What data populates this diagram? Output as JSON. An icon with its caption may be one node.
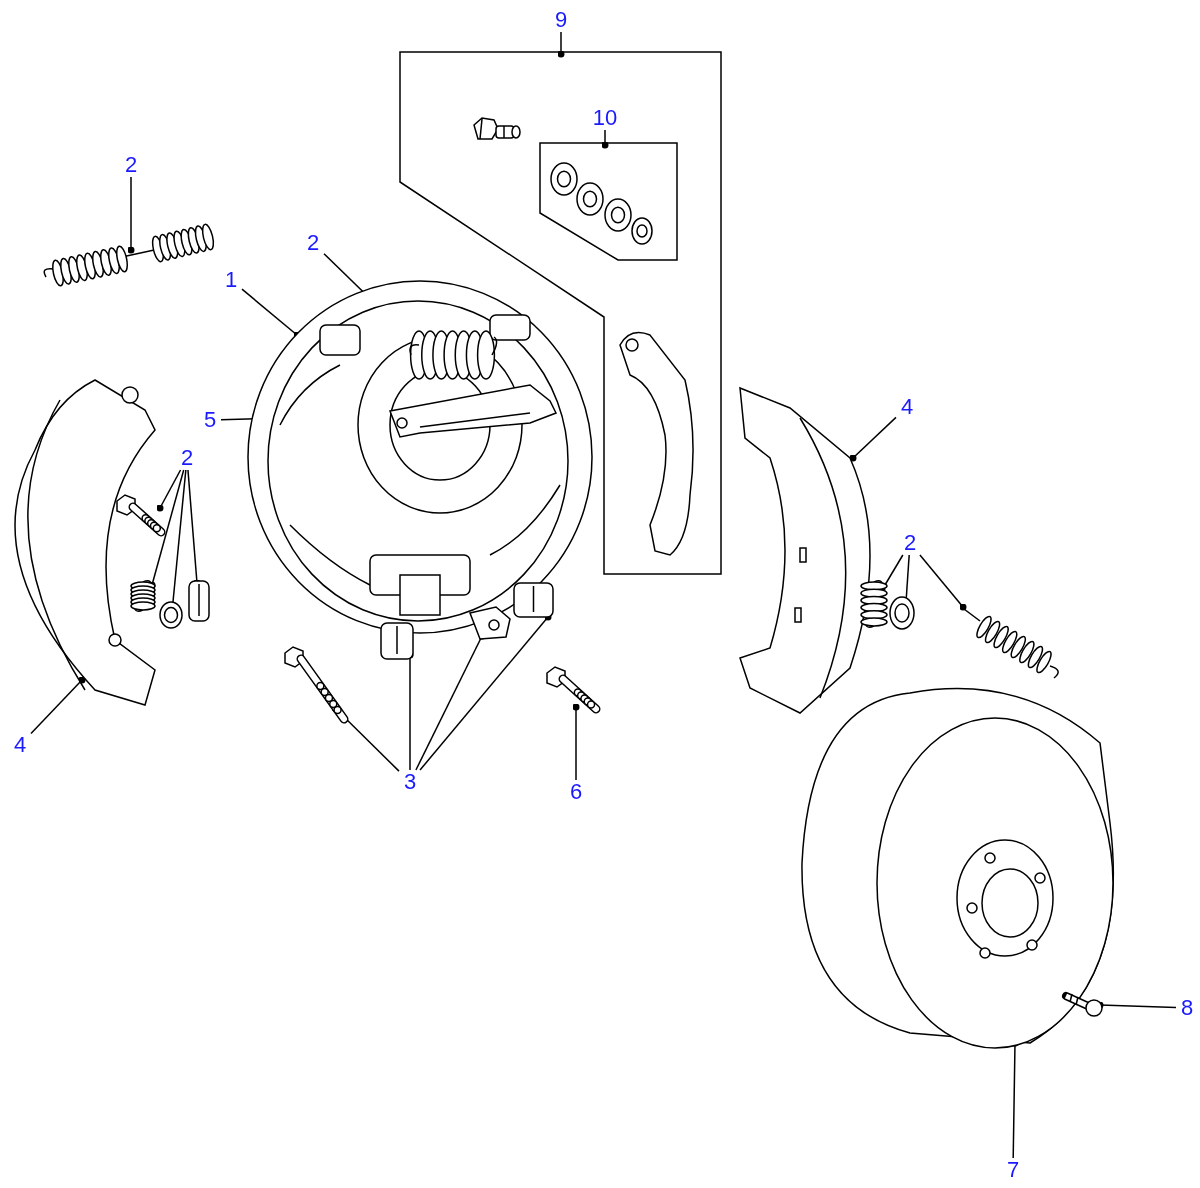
{
  "diagram": {
    "nodes": [
      {
        "text": [
          "2"
        ]
      },
      {
        "text": [],
        "shape": "picture"
      },
      {
        "text": [
          "1"
        ]
      },
      {
        "text": [],
        "shape": "picture"
      },
      {
        "text": [
          "2"
        ]
      },
      {
        "text": [],
        "shape": "picture",
        "in": 3
      },
      {
        "text": [
          "5"
        ]
      },
      {
        "text": [],
        "shape": "picture",
        "in": 3
      },
      {
        "text": [
          "2"
        ]
      },
      {
        "text": [],
        "shape": "picture"
      },
      {
        "text": [],
        "shape": "picture"
      },
      {
        "text": [],
        "shape": "picture"
      },
      {
        "text": [],
        "shape": "picture"
      },
      {
        "text": [
          "4"
        ]
      },
      {
        "text": [],
        "shape": "picture"
      },
      {
        "text": [
          "3"
        ]
      },
      {
        "text": [],
        "shape": "picture"
      },
      {
        "text": [],
        "shape": "picture"
      },
      {
        "text": [],
        "shape": "picture"
      },
      {
        "text": [],
        "shape": "picture"
      },
      {
        "text": [
          "6"
        ]
      },
      {
        "text": [],
        "shape": "picture"
      },
      {
        "text": [
          "4"
        ]
      },
      {
        "text": [],
        "shape": "picture"
      },
      {
        "text": [
          "2"
        ]
      },
      {
        "text": [],
        "shape": "picture"
      },
      {
        "text": [],
        "shape": "picture"
      },
      {
        "text": [],
        "shape": "picture"
      },
      {
        "text": [
          "9"
        ]
      },
      {
        "text": [],
        "shape": "box"
      },
      {
        "text": [],
        "shape": "picture",
        "in": 29
      },
      {
        "text": [
          "10"
        ],
        "in": 29
      },
      {
        "text": [],
        "shape": "box",
        "in": 29
      },
      {
        "text": [],
        "shape": "picture",
        "in": 32
      },
      {
        "text": [],
        "shape": "picture",
        "in": 29
      },
      {
        "text": [],
        "shape": "picture"
      },
      {
        "text": [
          "7"
        ]
      },
      {
        "text": [],
        "shape": "picture",
        "in": 35
      },
      {
        "text": [
          "8"
        ]
      }
    ],
    "edges": [
      {
        "from": 0,
        "to": 1,
        "arrow": "other"
      },
      {
        "from": 2,
        "to": 3,
        "arrow": "other"
      },
      {
        "from": 4,
        "to": 5,
        "arrow": "other"
      },
      {
        "from": 6,
        "to": 7,
        "arrow": "other"
      },
      {
        "from": 8,
        "to": 9,
        "arrow": "other"
      },
      {
        "from": 8,
        "to": 10,
        "arrow": "other"
      },
      {
        "from": 8,
        "to": 11,
        "arrow": "other"
      },
      {
        "from": 8,
        "to": 12,
        "arrow": "other"
      },
      {
        "from": 13,
        "to": 14,
        "arrow": "other"
      },
      {
        "from": 15,
        "to": 16,
        "arrow": "other"
      },
      {
        "from": 15,
        "to": 17,
        "arrow": "other"
      },
      {
        "from": 15,
        "to": 18,
        "arrow": "other"
      },
      {
        "from": 15,
        "to": 19,
        "arrow": "other"
      },
      {
        "from": 20,
        "to": 21,
        "arrow": "other"
      },
      {
        "from": 22,
        "to": 23,
        "arrow": "other"
      },
      {
        "from": 24,
        "to": 25,
        "arrow": "other"
      },
      {
        "from": 24,
        "to": 26,
        "arrow": "other"
      },
      {
        "from": 24,
        "to": 27,
        "arrow": "other"
      },
      {
        "from": 28,
        "to": 29,
        "arrow": "other"
      },
      {
        "from": 31,
        "to": 32,
        "arrow": "other"
      },
      {
        "from": 36,
        "to": 35,
        "arrow": "other"
      },
      {
        "from": 38,
        "to": 37,
        "arrow": "other"
      }
    ]
  }
}
